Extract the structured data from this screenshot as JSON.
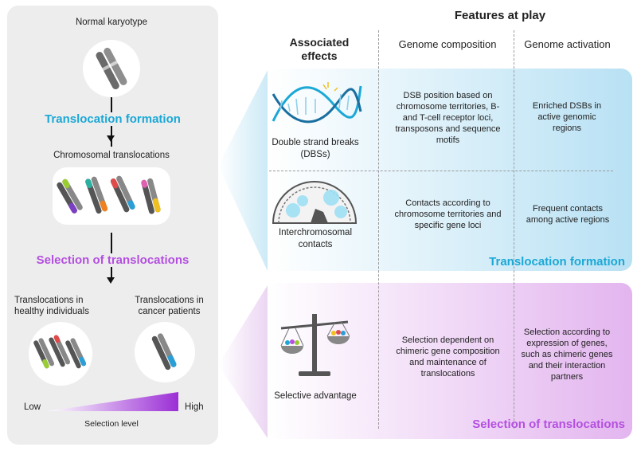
{
  "left": {
    "normal_karyotype": "Normal karyotype",
    "translocation_formation": "Translocation formation",
    "chromosomal_translocations": "Chromosomal translocations",
    "selection_of_translocations": "Selection of translocations",
    "healthy": "Translocations in healthy individuals",
    "cancer": "Translocations in cancer patients",
    "low": "Low",
    "high": "High",
    "selection_level": "Selection level"
  },
  "right": {
    "features_title": "Features at play",
    "col_effects": "Associated effects",
    "col_composition": "Genome composition",
    "col_activation": "Genome activation",
    "rows": [
      {
        "effect": "Double strand breaks (DBSs)",
        "composition": "DSB position based on chromosome territories, B- and T-cell receptor loci, transposons and sequence motifs",
        "activation": "Enriched DSBs in active genomic regions"
      },
      {
        "effect": "Interchromosomal contacts",
        "composition": "Contacts according to chromosome territories and specific gene loci",
        "activation": "Frequent contacts among active regions"
      },
      {
        "effect": "Selective advantage",
        "composition": "Selection dependent on chimeric gene composition and maintenance of translocations",
        "activation": "Selection according to expression of genes, such as chimeric genes and their interaction partners"
      }
    ],
    "band_formation": "Translocation formation",
    "band_selection": "Selection of translocations"
  },
  "colors": {
    "blue": "#1ba8d6",
    "purple": "#b44fe0",
    "panel_gray": "#ededed"
  }
}
